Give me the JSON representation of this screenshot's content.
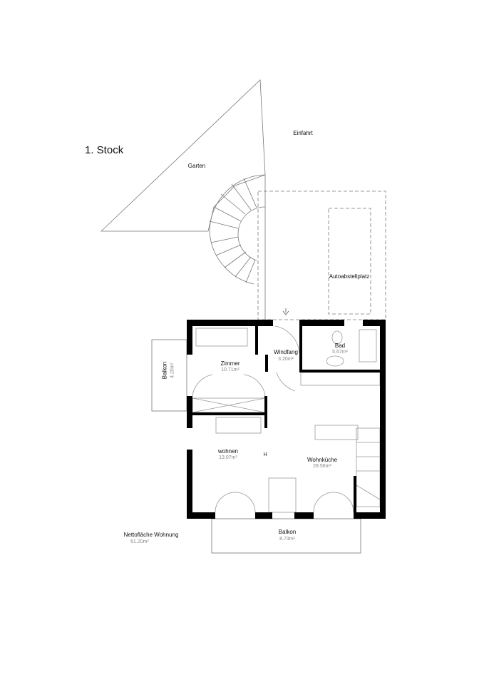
{
  "title": "1. Stock",
  "outside": {
    "garten": "Garten",
    "einfahrt": "Einfahrt",
    "autoabstellplatz": "Autoabstellplatz"
  },
  "rooms": {
    "zimmer": {
      "name": "Zimmer",
      "area": "10.71m²"
    },
    "windfang": {
      "name": "Windfang",
      "area": "3.20m²"
    },
    "bad": {
      "name": "Bad",
      "area": "5.67m²"
    },
    "balkon_left": {
      "name": "Balkon",
      "area": "4.20m²"
    },
    "wohnen": {
      "name": "wohnen",
      "area": "13.07m²"
    },
    "wohnkueche": {
      "name": "Wohnküche",
      "area": "28.56m²"
    },
    "balkon_bottom": {
      "name": "Balkon",
      "area": "8.73m²"
    }
  },
  "marker": "H",
  "summary": {
    "label": "Nettofläche Wohnung",
    "area": "61.20m²"
  }
}
